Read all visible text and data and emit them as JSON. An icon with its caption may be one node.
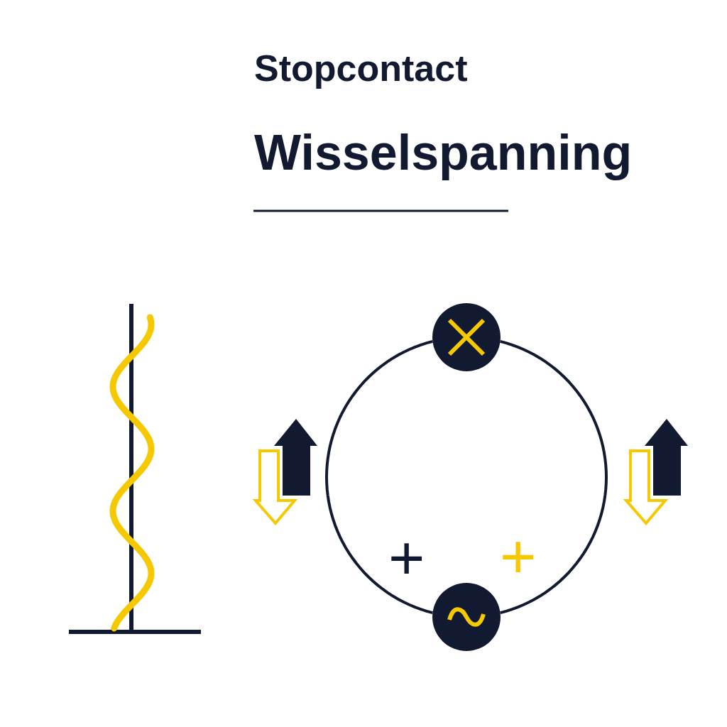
{
  "diagram": {
    "title": "Stopcontact",
    "nodes": [
      {
        "text": [],
        "shape": "circle"
      },
      {
        "text": [],
        "shape": "circle"
      }
    ],
    "edges": [
      {
        "from": 0,
        "to": 1,
        "arrow": "none"
      },
      {
        "from": 1,
        "to": 0,
        "arrow": "none"
      }
    ],
    "labels": [
      "Wisselspanning",
      "+",
      "+"
    ]
  }
}
